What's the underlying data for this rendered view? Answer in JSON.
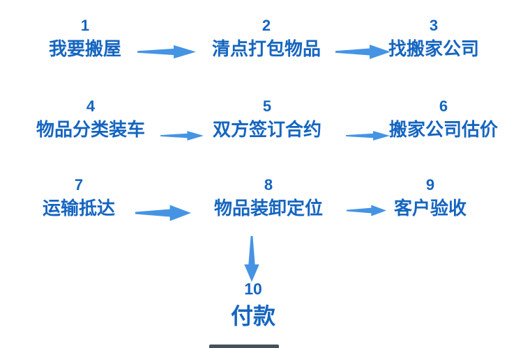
{
  "diagram": {
    "colors": {
      "label_blue": "#1565c0",
      "arrow_blue": "#4594e4",
      "bottom_bar": "#26343c"
    },
    "rows": [
      {
        "steps": [
          {
            "number": "1",
            "label": "我要搬屋"
          },
          {
            "number": "2",
            "label": "清点打包物品"
          },
          {
            "number": "3",
            "label": "找搬家公司"
          }
        ]
      },
      {
        "steps": [
          {
            "number": "4",
            "label": "物品分类装车"
          },
          {
            "number": "5",
            "label": "双方签订合约"
          },
          {
            "number": "6",
            "label": "搬家公司估价"
          }
        ]
      },
      {
        "steps": [
          {
            "number": "7",
            "label": "运输抵达"
          },
          {
            "number": "8",
            "label": "物品装卸定位"
          },
          {
            "number": "9",
            "label": "客户验收"
          }
        ]
      }
    ],
    "final_step": {
      "number": "10",
      "label": "付款"
    }
  }
}
